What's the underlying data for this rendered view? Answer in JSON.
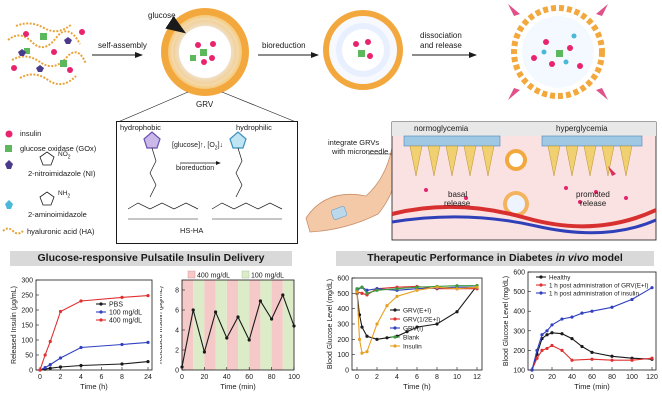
{
  "top": {
    "glucose_label": "glucose",
    "step1": "self-assembly",
    "step2": "bioreduction",
    "step3a": "dissociation",
    "step3b": "and release",
    "grv_label": "GRV"
  },
  "legend": {
    "insulin": "insulin",
    "gox": "glucose oxidase (GOx)",
    "ni": "2-nitroimidazole (NI)",
    "ai": "2-aminoimidazole",
    "ha": "hyaluronic acid (HA)",
    "no2": "NO",
    "nh2": "NH"
  },
  "mechanism": {
    "hydrophobic": "hydrophobic",
    "hydrophilic": "hydrophilic",
    "condition": "[glucose]↑, [O",
    "bioreduction": "bioreduction",
    "hsha": "HS-HA"
  },
  "device": {
    "integrate": "integrate GRVs",
    "with_mn": "with microneedle",
    "normo": "normoglycemia",
    "hyper": "hyperglycemia",
    "basal1": "basal",
    "basal2": "release",
    "promoted1": "promoted",
    "promoted2": "release"
  },
  "banners": {
    "left": "Glucose-responsive Pulsatile Insulin Delivery",
    "right_a": "Therapeutic Performance in Diabetes ",
    "right_b": "in vivo",
    "right_c": " model"
  },
  "colors": {
    "vesicle": "#f0a840",
    "insulin": "#e8246e",
    "gox": "#5cb85c",
    "ni": "#4a3a8c",
    "ai": "#4cb8d8",
    "red": "#e03030",
    "blue": "#3040c0"
  },
  "chart_data": [
    {
      "type": "line",
      "xlabel": "Time (h)",
      "ylabel": "Released Insulin (μg/mL)",
      "xticks": [
        0,
        2,
        4,
        6,
        8,
        24
      ],
      "yticks": [
        0,
        50,
        100,
        150,
        200,
        250,
        300
      ],
      "ylim": [
        0,
        300
      ],
      "legend_placement": "middle-right",
      "series": [
        {
          "name": "PBS",
          "color": "#1a1a1a",
          "x": [
            0,
            0.5,
            1,
            2,
            4,
            8,
            24
          ],
          "y": [
            0,
            3,
            6,
            10,
            15,
            20,
            28
          ]
        },
        {
          "name": "100 mg/dL",
          "color": "#3040c0",
          "x": [
            0,
            0.5,
            1,
            2,
            4,
            8,
            24
          ],
          "y": [
            0,
            8,
            18,
            40,
            75,
            85,
            92
          ]
        },
        {
          "name": "400 mg/dL",
          "color": "#e03030",
          "x": [
            0,
            0.5,
            1,
            2,
            4,
            8,
            24
          ],
          "y": [
            0,
            50,
            95,
            195,
            230,
            242,
            248
          ]
        }
      ]
    },
    {
      "type": "line",
      "xlabel": "Time (min)",
      "ylabel": "Released Insulin (μg/mL)",
      "xticks": [
        0,
        20,
        40,
        60,
        80,
        100
      ],
      "yticks": [
        0,
        2,
        4,
        6,
        8
      ],
      "ylim": [
        0,
        9
      ],
      "xlim": [
        0,
        100
      ],
      "legend": [
        "400 mg/dL",
        "100 mg/dL"
      ],
      "legend_placement": "top",
      "bands": [
        [
          0,
          10,
          "400 mg/dL"
        ],
        [
          10,
          20,
          "100 mg/dL"
        ],
        [
          20,
          30,
          "400 mg/dL"
        ],
        [
          30,
          40,
          "100 mg/dL"
        ],
        [
          40,
          50,
          "400 mg/dL"
        ],
        [
          50,
          60,
          "100 mg/dL"
        ],
        [
          60,
          70,
          "400 mg/dL"
        ],
        [
          70,
          80,
          "100 mg/dL"
        ],
        [
          80,
          90,
          "400 mg/dL"
        ],
        [
          90,
          100,
          "100 mg/dL"
        ]
      ],
      "series": [
        {
          "name": "released",
          "color": "#1a1a1a",
          "x": [
            0,
            10,
            20,
            30,
            40,
            50,
            60,
            70,
            80,
            90,
            100
          ],
          "y": [
            0.3,
            6.0,
            1.8,
            5.8,
            3.2,
            5.3,
            3.0,
            6.9,
            5.1,
            7.5,
            4.4
          ]
        }
      ]
    },
    {
      "type": "line",
      "xlabel": "Time (h)",
      "ylabel": "Blood Glucose Level (mg/dL)",
      "xticks": [
        0,
        2,
        4,
        6,
        8,
        10,
        12
      ],
      "yticks": [
        0,
        100,
        200,
        300,
        400,
        500,
        600
      ],
      "ylim": [
        0,
        600
      ],
      "xlim": [
        -0.5,
        12.5
      ],
      "legend_placement": "bottom-right",
      "series": [
        {
          "name": "GRV(E+I)",
          "color": "#1a1a1a",
          "x": [
            0,
            0.25,
            0.5,
            1,
            2,
            3,
            4,
            5,
            6,
            8,
            10,
            12
          ],
          "y": [
            500,
            360,
            280,
            220,
            200,
            210,
            220,
            250,
            280,
            300,
            380,
            550
          ]
        },
        {
          "name": "GRV(1/2E+I)",
          "color": "#e03030",
          "x": [
            0,
            0.5,
            1,
            2,
            4,
            6,
            8,
            10,
            12
          ],
          "y": [
            510,
            500,
            490,
            530,
            540,
            545,
            530,
            530,
            530
          ]
        },
        {
          "name": "GRV(I)",
          "color": "#3040c0",
          "x": [
            0,
            0.5,
            1,
            2,
            4,
            6,
            8,
            10,
            12
          ],
          "y": [
            520,
            540,
            520,
            530,
            520,
            530,
            535,
            540,
            540
          ]
        },
        {
          "name": "Blank",
          "color": "#3c9a3c",
          "x": [
            0,
            0.5,
            1,
            2,
            4,
            6,
            8,
            10,
            12
          ],
          "y": [
            530,
            540,
            500,
            520,
            530,
            540,
            545,
            550,
            550
          ]
        },
        {
          "name": "Insulin",
          "color": "#e8a020",
          "x": [
            0,
            0.25,
            0.5,
            1,
            2,
            3,
            4,
            6,
            8,
            10,
            12
          ],
          "y": [
            510,
            200,
            110,
            120,
            300,
            420,
            480,
            520,
            540,
            530,
            540
          ]
        }
      ]
    },
    {
      "type": "line",
      "xlabel": "Time (min)",
      "ylabel": "Blood Glucose Level (mg/dL)",
      "xticks": [
        0,
        20,
        40,
        60,
        80,
        100,
        120
      ],
      "yticks": [
        100,
        200,
        300,
        400,
        500,
        600
      ],
      "ylim": [
        100,
        600
      ],
      "legend_placement": "top-left",
      "series": [
        {
          "name": "Healthy",
          "color": "#1a1a1a",
          "x": [
            0,
            5,
            10,
            15,
            20,
            30,
            40,
            50,
            60,
            80,
            100,
            120
          ],
          "y": [
            100,
            180,
            260,
            280,
            290,
            285,
            260,
            220,
            190,
            170,
            160,
            155
          ]
        },
        {
          "name": "1 h post administration of GRV(E+I)",
          "color": "#e03030",
          "x": [
            0,
            5,
            10,
            15,
            20,
            30,
            40,
            60,
            80,
            100,
            120
          ],
          "y": [
            100,
            160,
            200,
            210,
            225,
            200,
            150,
            155,
            150,
            150,
            160
          ]
        },
        {
          "name": "1 h post administration of insulin",
          "color": "#3040c0",
          "x": [
            0,
            5,
            10,
            15,
            20,
            30,
            40,
            50,
            60,
            80,
            100,
            120
          ],
          "y": [
            100,
            200,
            280,
            300,
            330,
            360,
            370,
            390,
            400,
            420,
            460,
            520
          ]
        }
      ]
    }
  ]
}
